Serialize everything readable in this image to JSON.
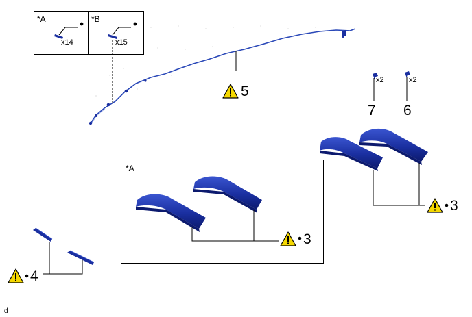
{
  "legend": {
    "a": {
      "label": "*A",
      "qty": "x14"
    },
    "b": {
      "label": "*B",
      "qty": "x15"
    }
  },
  "inset": {
    "label": "*A"
  },
  "callouts": {
    "part5": "5",
    "part7": {
      "number": "7",
      "qty": "x2"
    },
    "part6": {
      "number": "6",
      "qty": "x2"
    },
    "part3_right": "3",
    "part3_inset": "3",
    "part4": "4"
  },
  "footer_code": "d",
  "colors": {
    "part_fill": "#1a2fa0",
    "part_dark": "#0c1a6e",
    "part_light": "#3a55d0",
    "warning_yellow": "#f5d800"
  },
  "icons": [
    "warning-triangle-icon",
    "bullet-dot-icon"
  ]
}
